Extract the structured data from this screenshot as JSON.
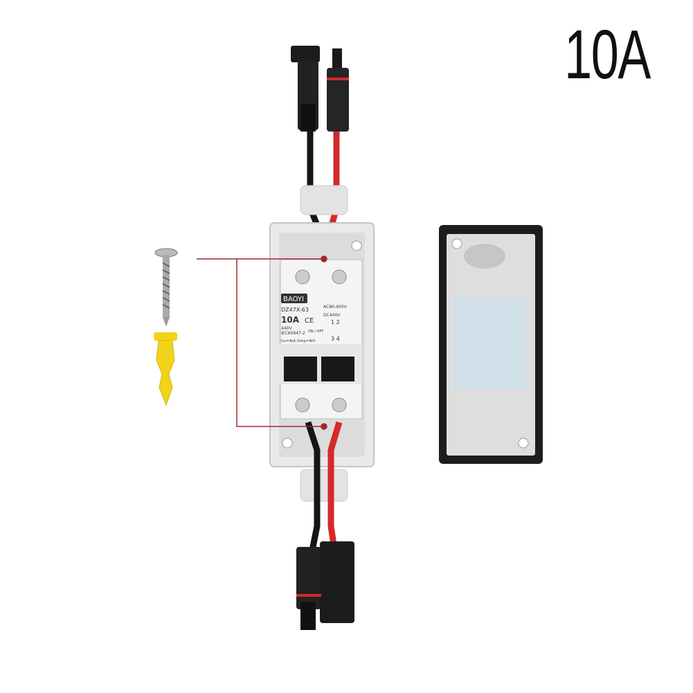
{
  "rating_label": "10A",
  "breaker": {
    "brand": "BAOYI",
    "model": "DZ47X-63",
    "rating": "10A",
    "ce_mark": "CE",
    "voltage_ac": "AC90-400V",
    "voltage_dc": "DC440V",
    "spec1": "440V",
    "standard": "IEC60947-2",
    "on_off": "ON / OFF",
    "capacity": "Icu=4kA  Uimp=4kV",
    "poles_top": "1  2",
    "poles_bottom": "3  4"
  },
  "colors": {
    "wire_red": "#d42a2a",
    "wire_black": "#151515",
    "plug_yellow": "#f2d21a",
    "leader_line": "#a0262c"
  }
}
